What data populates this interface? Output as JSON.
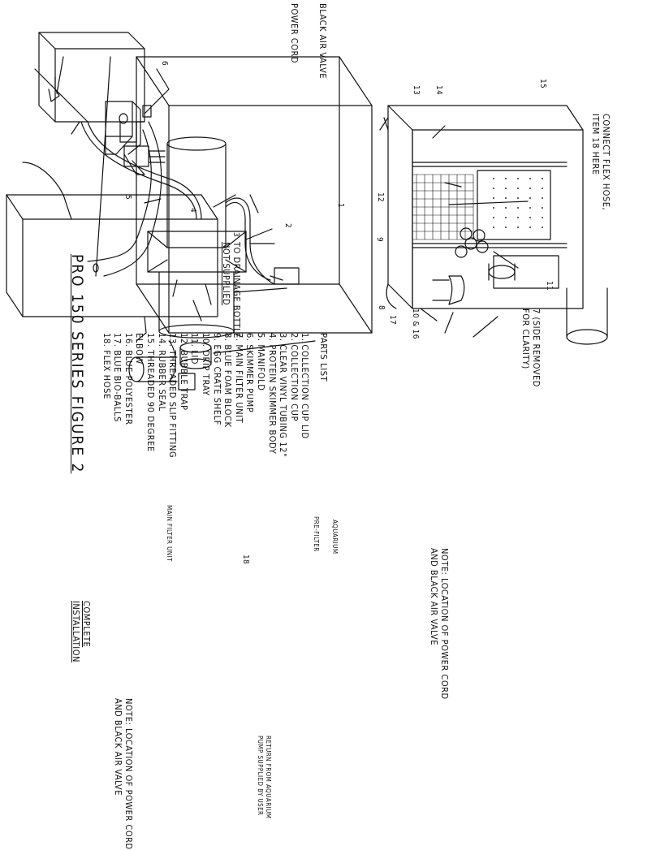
{
  "parts_list": {
    "title": "PARTS LIST",
    "items": [
      "1. COLLECTION CUP LID",
      "2. COLLECTION CUP",
      "3. CLEAR VINYL TUBING 12\"",
      "4. PROTEIN SKIMMER BODY",
      "5. MANIFOLD",
      "6. SKIMMER PUMP",
      "7. MAIN FILTER UNIT",
      "8. BLUE FOAM BLOCK",
      "9. EGG CRATE SHELF",
      "10. DRIP TRAY",
      "11. LID",
      "12. BUBBLE TRAP",
      "13. THREADED SLIP FITTING",
      "14. RUBBER SEAL",
      "15. THREADED 90 DEGREE",
      "ELBOW",
      "16. BLUE POLYESTER",
      "17. BLUE BIO-BALLS",
      "18. FLEX HOSE"
    ]
  },
  "figure_title": "PRO 150 SERIES FIGURE 2",
  "callouts": {
    "black_air_valve": "BLACK AIR VALVE",
    "power_cord": "POWER CORD",
    "connect_flex_hose_1": "CONNECT FLEX HOSE,",
    "connect_flex_hose_2": "ITEM 18 HERE",
    "side_removed_1": "7 (SIDE REMOVED",
    "side_removed_2": "FOR CLARITY)",
    "drainage_1": "TO DRAINAGE BOTTLE",
    "drainage_2": "NOT SUPPLIED",
    "note_top_1": "NOTE: LOCATION OF POWER CORD",
    "note_top_2": "AND BLACK AIR VALVE",
    "aquarium": "AQUARIUM",
    "pre_filter": "PRE-FILTER",
    "main_filter_unit": "MAIN FILTER UNIT",
    "complete_1": "COMPLETE",
    "complete_2": "INSTALLATION",
    "return_1": "RETURN FROM AQUARIUM",
    "return_2": "PUMP SUPPLIED BY USER",
    "note_bottom_1": "NOTE: LOCATION OF POWER CORD",
    "note_bottom_2": "AND BLACK AIR VALVE"
  },
  "item_numbers": {
    "n1": "1",
    "n2": "2",
    "n3": "3",
    "n4": "4",
    "n5": "5",
    "n6": "6",
    "n8": "8",
    "n9": "9",
    "n10_16": "10 & 16",
    "n11": "11",
    "n12": "12",
    "n13": "13",
    "n14": "14",
    "n15": "15",
    "n17": "17",
    "n18": "18"
  }
}
